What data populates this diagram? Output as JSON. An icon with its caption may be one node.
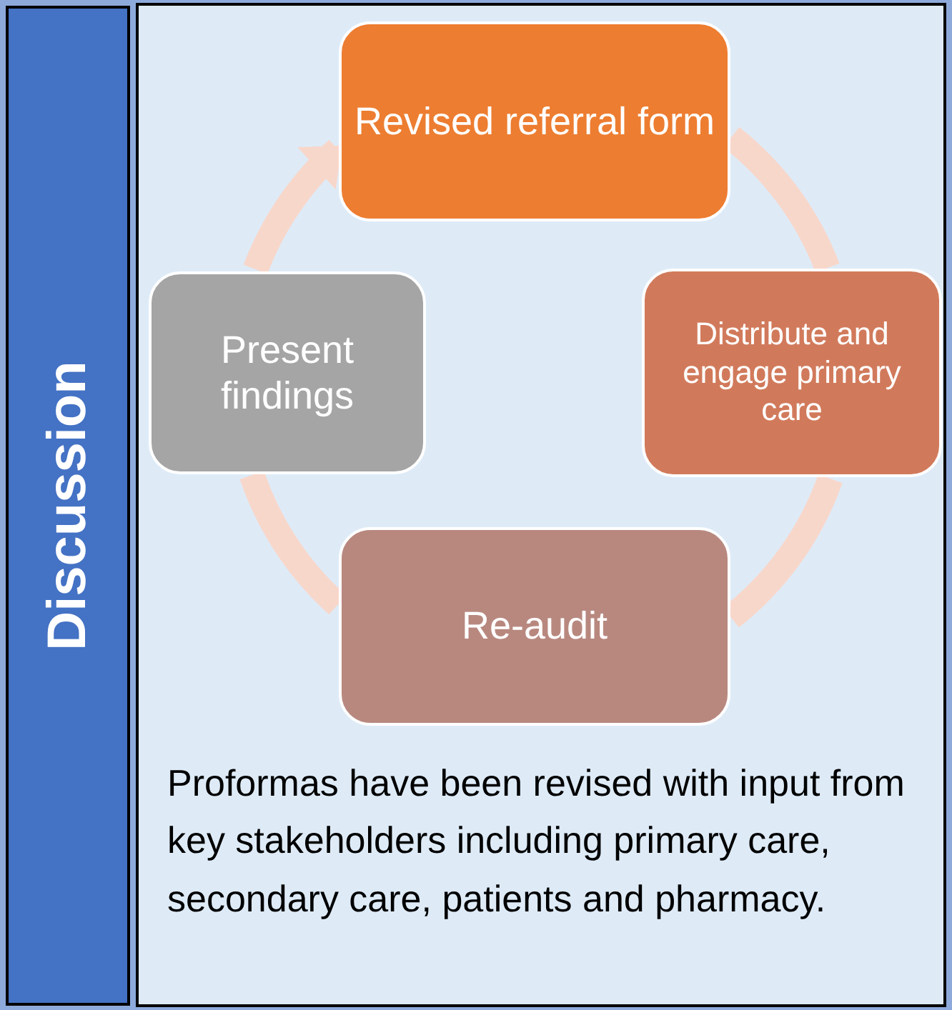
{
  "diagram": {
    "nodes": [
      {
        "text": [
          "Discussion"
        ]
      },
      {
        "text": [
          "Proformas have been revised with input from key stakeholders including primary care, secondary care, patients and pharmacy."
        ]
      },
      {
        "text": [
          "Revised referral form"
        ],
        "in": 1
      },
      {
        "text": [
          "Distribute and engage primary care"
        ],
        "in": 1
      },
      {
        "text": [
          "Re-audit"
        ],
        "in": 1
      },
      {
        "text": [
          "Present findings"
        ],
        "in": 1
      }
    ],
    "edges": [
      {
        "from": 2,
        "to": 3,
        "arrow": "none"
      },
      {
        "from": 3,
        "to": 4,
        "arrow": "none"
      },
      {
        "from": 4,
        "to": 5,
        "arrow": "none"
      },
      {
        "from": 5,
        "to": 2,
        "arrow": "to"
      }
    ]
  }
}
